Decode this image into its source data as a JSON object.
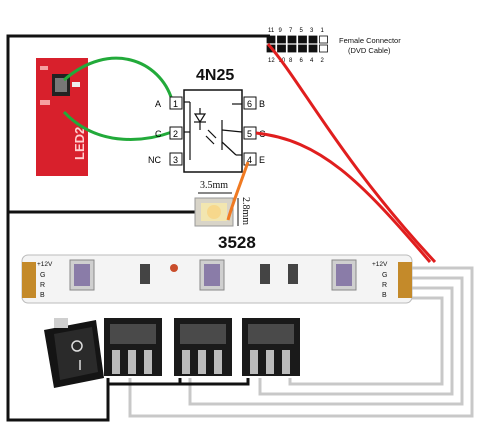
{
  "chip": {
    "name": "4N25",
    "pins": [
      {
        "num": "1",
        "label": "A"
      },
      {
        "num": "2",
        "label": "C"
      },
      {
        "num": "3",
        "label": "NC"
      },
      {
        "num": "6",
        "label": "B"
      },
      {
        "num": "5",
        "label": "C"
      },
      {
        "num": "4",
        "label": "E"
      }
    ]
  },
  "connector": {
    "title": "Female Connector",
    "subtitle": "(DVD Cable)",
    "top_numbers": [
      "11",
      "9",
      "7",
      "5",
      "3",
      "1"
    ],
    "bottom_numbers": [
      "12",
      "10",
      "8",
      "6",
      "4",
      "2"
    ]
  },
  "led": {
    "dim_width": "3.5mm",
    "dim_height": "2.8mm"
  },
  "strip": {
    "name": "3528",
    "left_labels": [
      "+12V",
      "G",
      "R",
      "B"
    ],
    "right_labels": [
      "+12V",
      "G",
      "R",
      "B"
    ]
  },
  "board": {
    "text": "LED2"
  },
  "colors": {
    "green_wire": "#22aa3a",
    "red_wire": "#e01e1e",
    "orange_wire": "#f07a22",
    "black_wire": "#111111",
    "gray_wire": "#c8c8c8",
    "board": "#d8202c",
    "strip": "#f4f4f4"
  }
}
